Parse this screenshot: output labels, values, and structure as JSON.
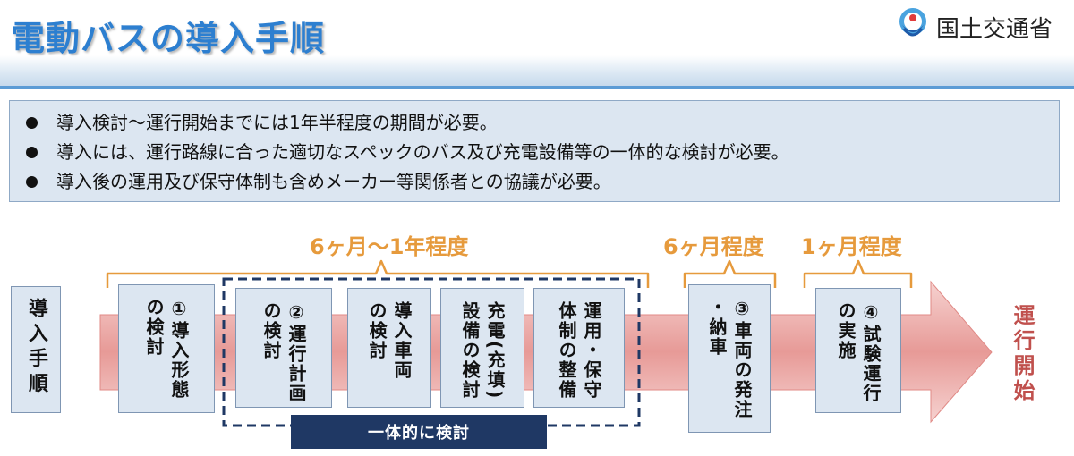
{
  "header": {
    "title": "電動バスの導入手順",
    "org": "国土交通省"
  },
  "summary": {
    "bullets": [
      "導入検討～運行開始までには1年半程度の期間が必要。",
      "導入には、運行路線に合った適切なスペックのバス及び充電設備等の一体的な検討が必要。",
      "導入後の運用及び保守体制も含めメーカー等関係者との協議が必要。"
    ]
  },
  "flow": {
    "row_label": "導入手順",
    "phases": [
      "6ヶ月～1年程度",
      "6ヶ月程度",
      "1ヶ月程度"
    ],
    "steps": {
      "s1": [
        "①導入形態",
        "の検討"
      ],
      "s2": [
        "②運行計画",
        "の検討"
      ],
      "s3": [
        "導入車両",
        "の検討"
      ],
      "s4": [
        "充電(充填)",
        "設備の検討"
      ],
      "s5": [
        "運用・保守",
        "体制の整備"
      ],
      "s6": [
        "③車両の発注",
        "・納車"
      ],
      "s7": [
        "④試験運行",
        "の実施"
      ]
    },
    "integrated_label": "一体的に検討",
    "end_label": "運行開始"
  },
  "colors": {
    "title": "#2d7fd0",
    "accent_orange": "#e69a3c",
    "arrow_fill": "#e9a6a4",
    "end_text": "#c0504d",
    "box_fill": "#dce6f1",
    "dark_navy": "#1f3864"
  }
}
